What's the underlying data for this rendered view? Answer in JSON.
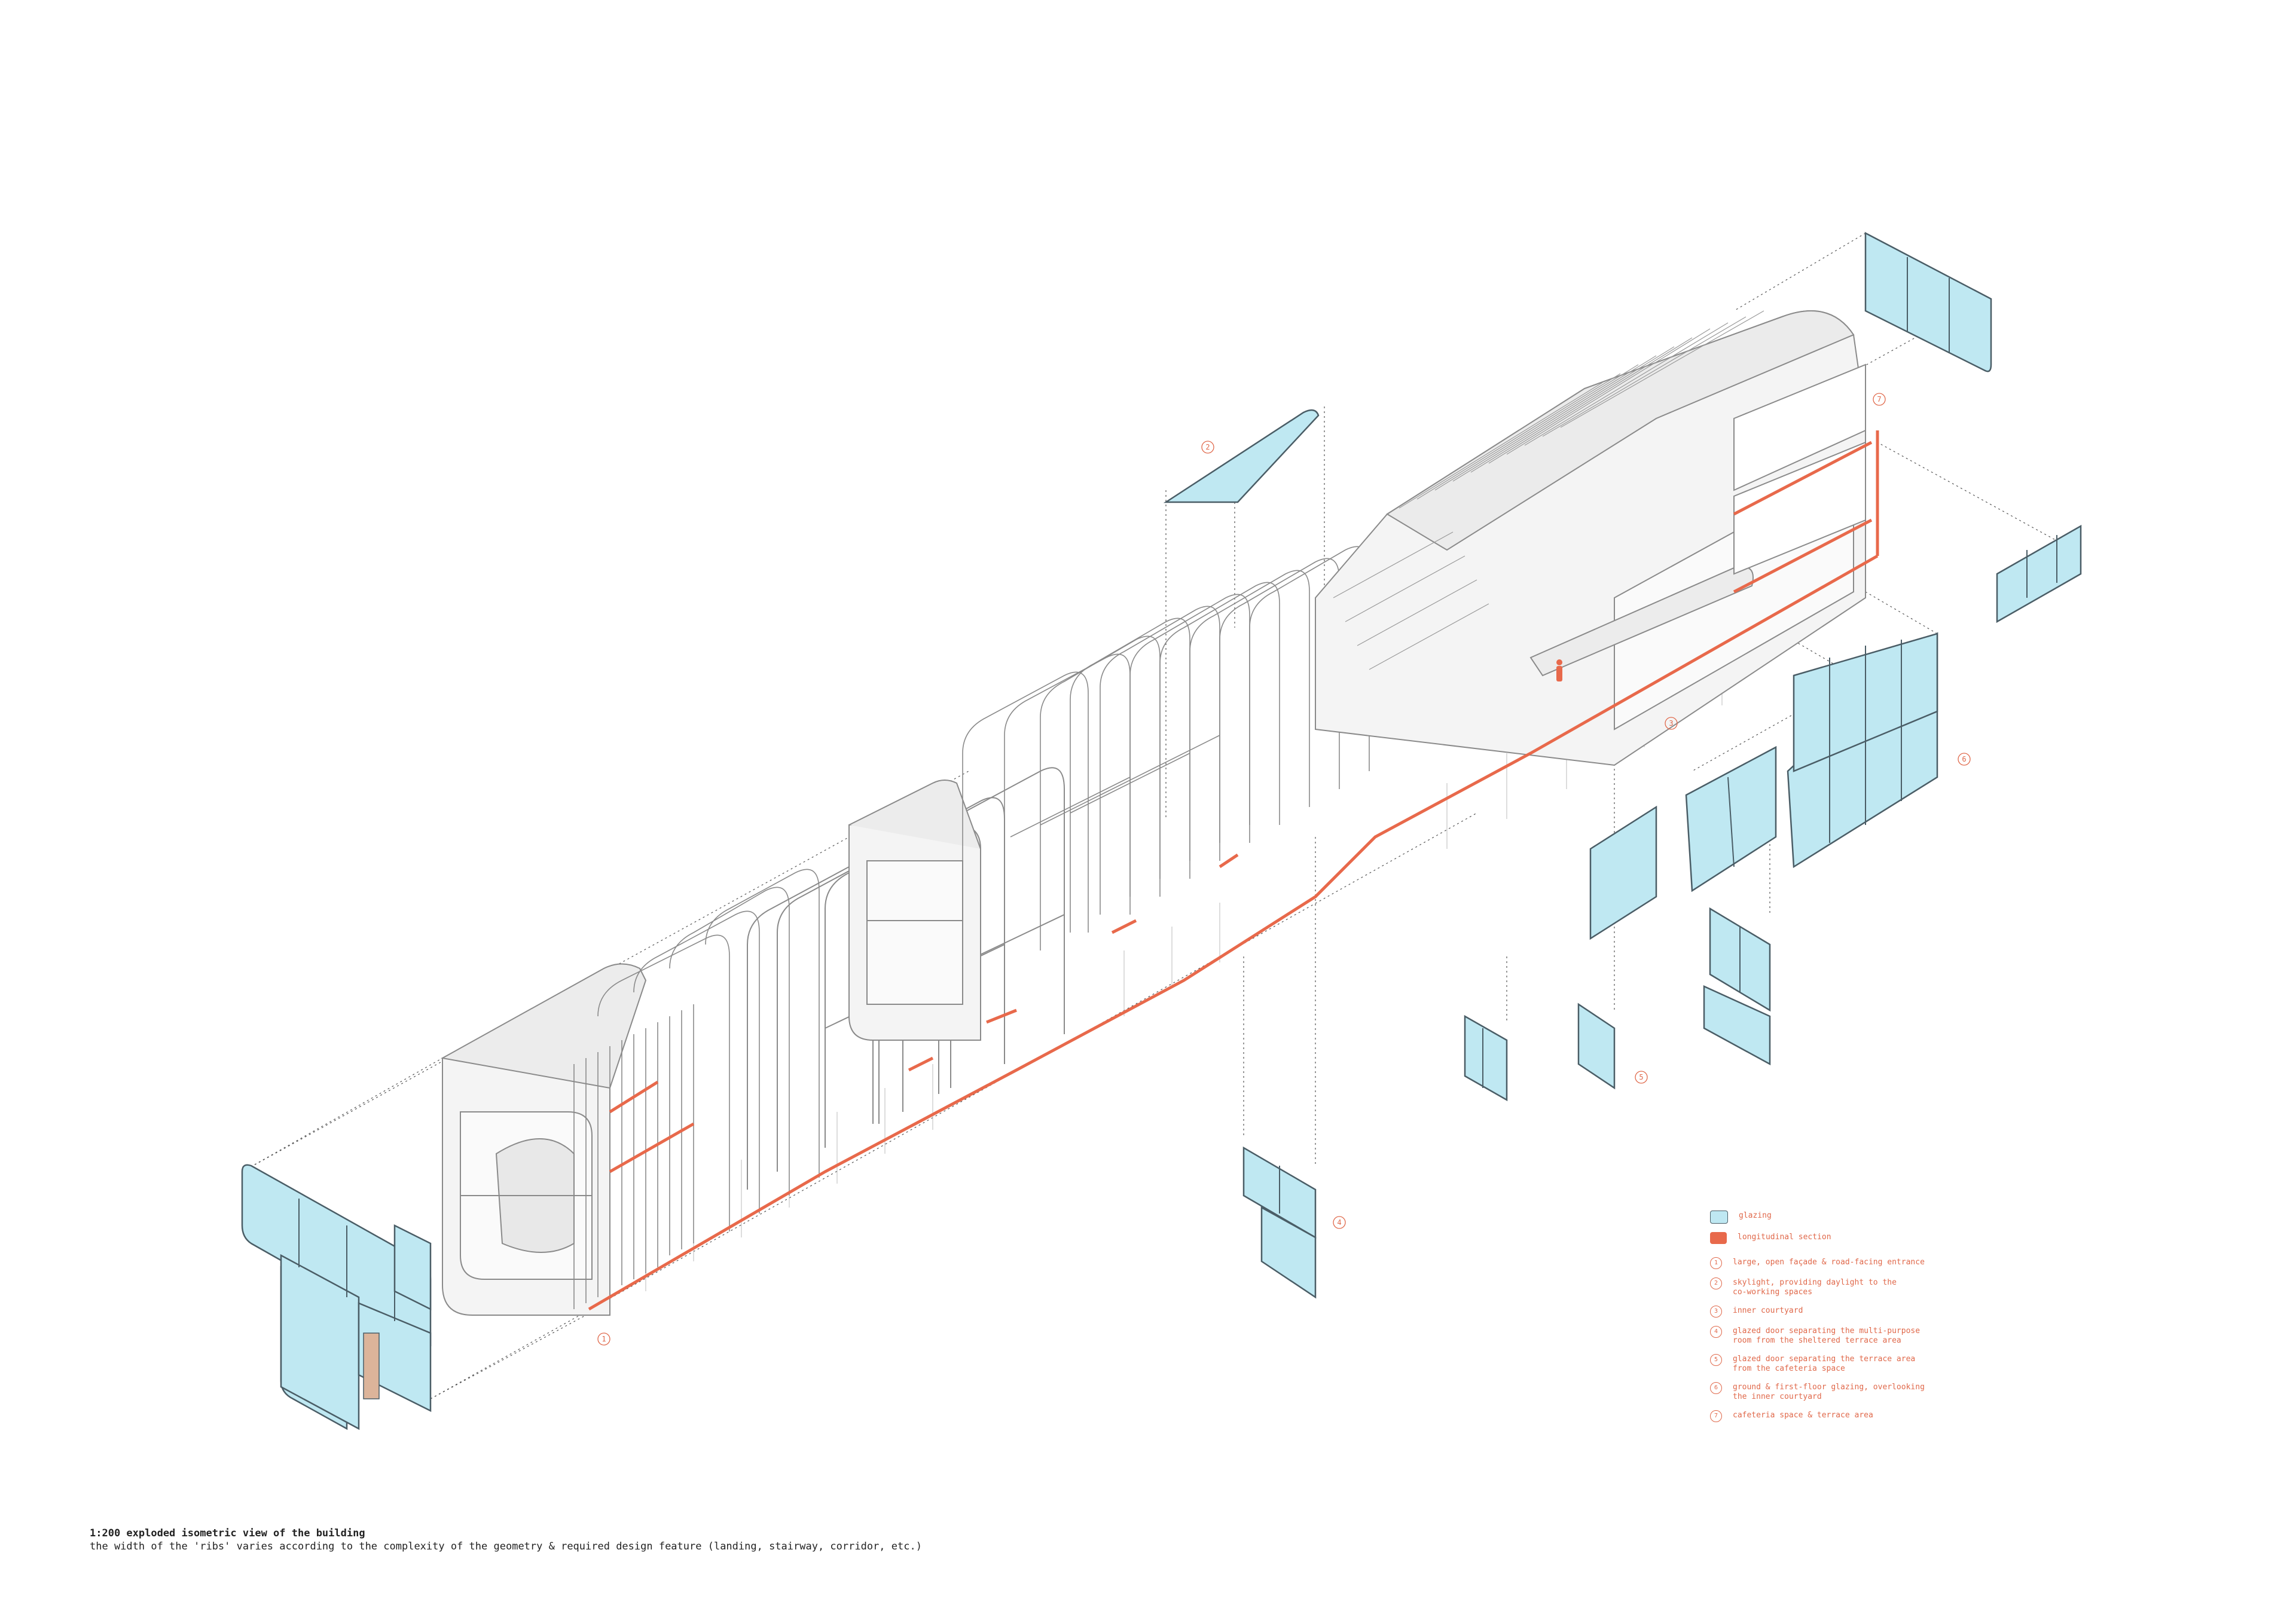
{
  "caption": {
    "title": "1:200 exploded isometric view of the building",
    "subtitle": "the width of the 'ribs' varies according to the complexity of the geometry & required design feature (landing, stairway, corridor, etc.)"
  },
  "legend": {
    "glazing_label": "glazing",
    "section_label": "longitudinal section",
    "items": [
      {
        "num": "1",
        "text": "large, open façade & road-facing entrance"
      },
      {
        "num": "2",
        "text": "skylight, providing daylight to the\nco-working spaces"
      },
      {
        "num": "3",
        "text": "inner courtyard"
      },
      {
        "num": "4",
        "text": "glazed door separating the multi-purpose\nroom from the sheltered terrace area"
      },
      {
        "num": "5",
        "text": "glazed door separating the terrace area\nfrom the cafeteria space"
      },
      {
        "num": "6",
        "text": "ground & first-floor glazing, overlooking\nthe inner courtyard"
      },
      {
        "num": "7",
        "text": "cafeteria space & terrace area"
      }
    ]
  },
  "colors": {
    "glazing_fill": "#bfe8f2",
    "glazing_stroke": "#4a5d66",
    "section": "#e8694b",
    "rib_fill": "#f4f4f4",
    "rib_stroke": "#8a8a8a"
  },
  "callouts": [
    "1",
    "2",
    "3",
    "4",
    "5",
    "6",
    "7"
  ]
}
